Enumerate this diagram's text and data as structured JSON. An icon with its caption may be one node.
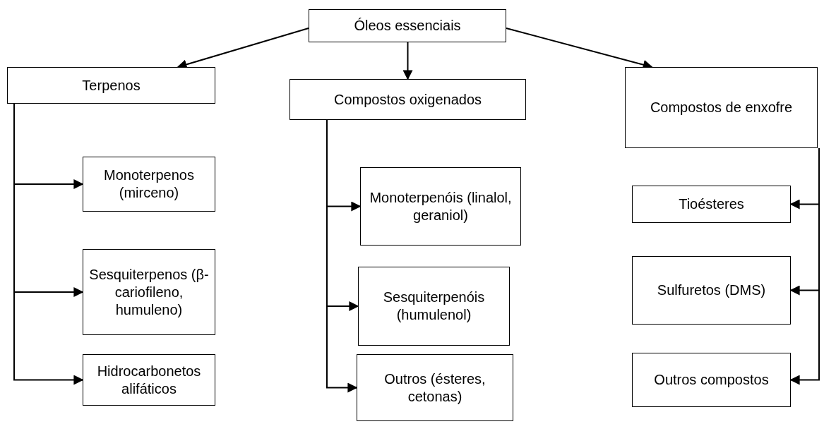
{
  "diagram": {
    "nodes": [
      {
        "text": [
          "Óleos essenciais"
        ]
      },
      {
        "text": [
          "Terpenos"
        ]
      },
      {
        "text": [
          "Compostos oxigenados"
        ]
      },
      {
        "text": [
          "Compostos de enxofre"
        ]
      },
      {
        "text": [
          "Monoterpenos (mirceno)"
        ]
      },
      {
        "text": [
          "Sesquiterpenos (β-cariofileno, humuleno)"
        ]
      },
      {
        "text": [
          "Hidrocarbonetos alifáticos"
        ]
      },
      {
        "text": [
          "Monoterpenóis (linalol, geraniol)"
        ]
      },
      {
        "text": [
          "Sesquiterpenóis (humulenol)"
        ]
      },
      {
        "text": [
          "Outros (ésteres, cetonas)"
        ]
      },
      {
        "text": [
          "Tioésteres"
        ]
      },
      {
        "text": [
          "Sulfuretos (DMS)"
        ]
      },
      {
        "text": [
          "Outros compostos"
        ]
      }
    ],
    "edges": [
      {
        "from": 0,
        "to": 1,
        "arrow": "to"
      },
      {
        "from": 0,
        "to": 2,
        "arrow": "to"
      },
      {
        "from": 0,
        "to": 3,
        "arrow": "to"
      },
      {
        "from": 1,
        "to": 4,
        "arrow": "to"
      },
      {
        "from": 1,
        "to": 5,
        "arrow": "to"
      },
      {
        "from": 1,
        "to": 6,
        "arrow": "to"
      },
      {
        "from": 2,
        "to": 7,
        "arrow": "to"
      },
      {
        "from": 2,
        "to": 8,
        "arrow": "to"
      },
      {
        "from": 2,
        "to": 9,
        "arrow": "to"
      },
      {
        "from": 3,
        "to": 10,
        "arrow": "to"
      },
      {
        "from": 3,
        "to": 11,
        "arrow": "to"
      },
      {
        "from": 3,
        "to": 12,
        "arrow": "to"
      }
    ]
  }
}
